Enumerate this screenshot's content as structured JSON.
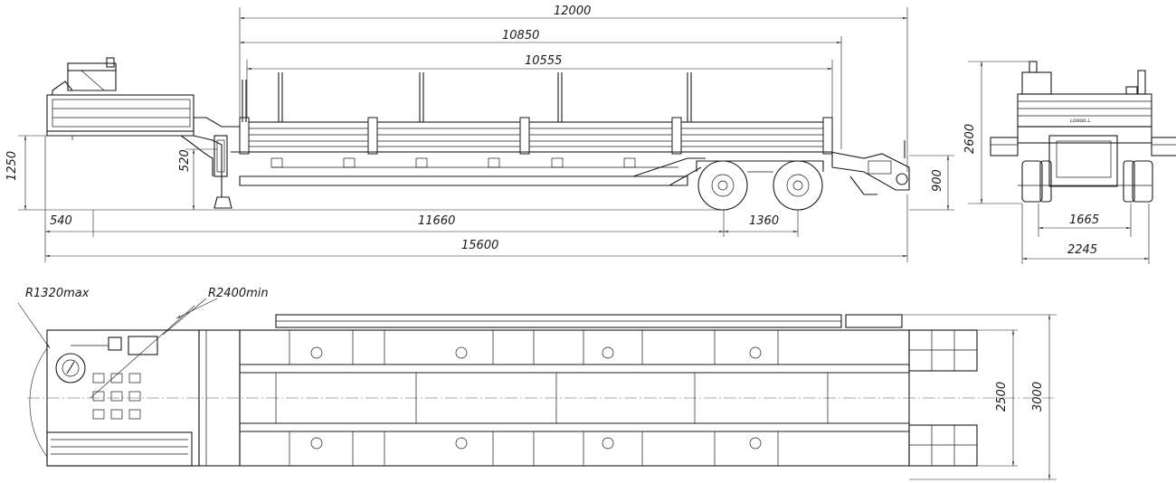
{
  "side_view": {
    "overall_deck": "12000",
    "deck_with_gooseneck": "10850",
    "platform_length": "10555",
    "front_overhang": "540",
    "wheelbase": "11660",
    "axle_spread": "1360",
    "overall_length": "15600",
    "coupling_height": "1250",
    "neck_drop": "520",
    "deck_height": "900"
  },
  "rear_view": {
    "overall_height": "2600",
    "track": "1665",
    "width": "2245",
    "hatch_text": "ʟoooo⊥"
  },
  "top_view": {
    "front_radius": "R1320max",
    "turn_radius": "R2400min",
    "deck_width": "2500",
    "overall_width": "3000"
  }
}
